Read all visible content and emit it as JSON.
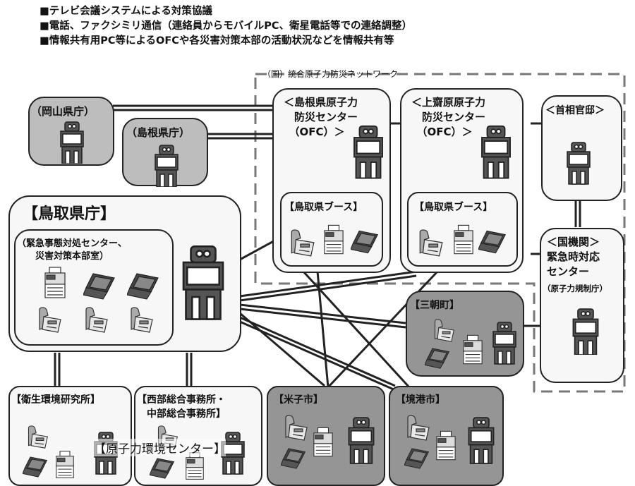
{
  "bullets": [
    "■テレビ会議システムによる対策協議",
    "■電話、ファクシミリ通信（連絡員からモバイルPC、衛星電話等での連絡調整）",
    "■情報共有用PC等によるOFCや各災害対策本部の活動状況などを情報共有等"
  ],
  "network_label": "（国）統合原子力防災ネットワーク",
  "nodes": {
    "okayama": "（岡山県庁）",
    "shimane_pref": "（島根県庁）",
    "tottori": "【鳥取県庁】",
    "tottori_sub": "（緊急事態対処センター、\n　　災害対策本部室）",
    "shimane_ofc": "＜島根県原子力\n　防災センター\n　（OFC）＞",
    "kamisaibara_ofc": "＜上齋原原子力\n　防災センター\n　（OFC）＞",
    "booth_1": "【鳥取県ブース】",
    "booth_2": "【鳥取県ブース】",
    "kantei": "＜首相官邸＞",
    "kuni": "＜国機関＞\n緊急時対応\nセンター",
    "kuni_sub": "（原子力規制庁）",
    "misasa": "【三朝町】",
    "eisei": "【衛生環境研究所】",
    "seibu": "【西部総合事務所・\n　中部総合事務所】",
    "yonago": "【米子市】",
    "sakaiminato": "【境港市】"
  },
  "genshiryoku_label": "【原子力環境センター】"
}
